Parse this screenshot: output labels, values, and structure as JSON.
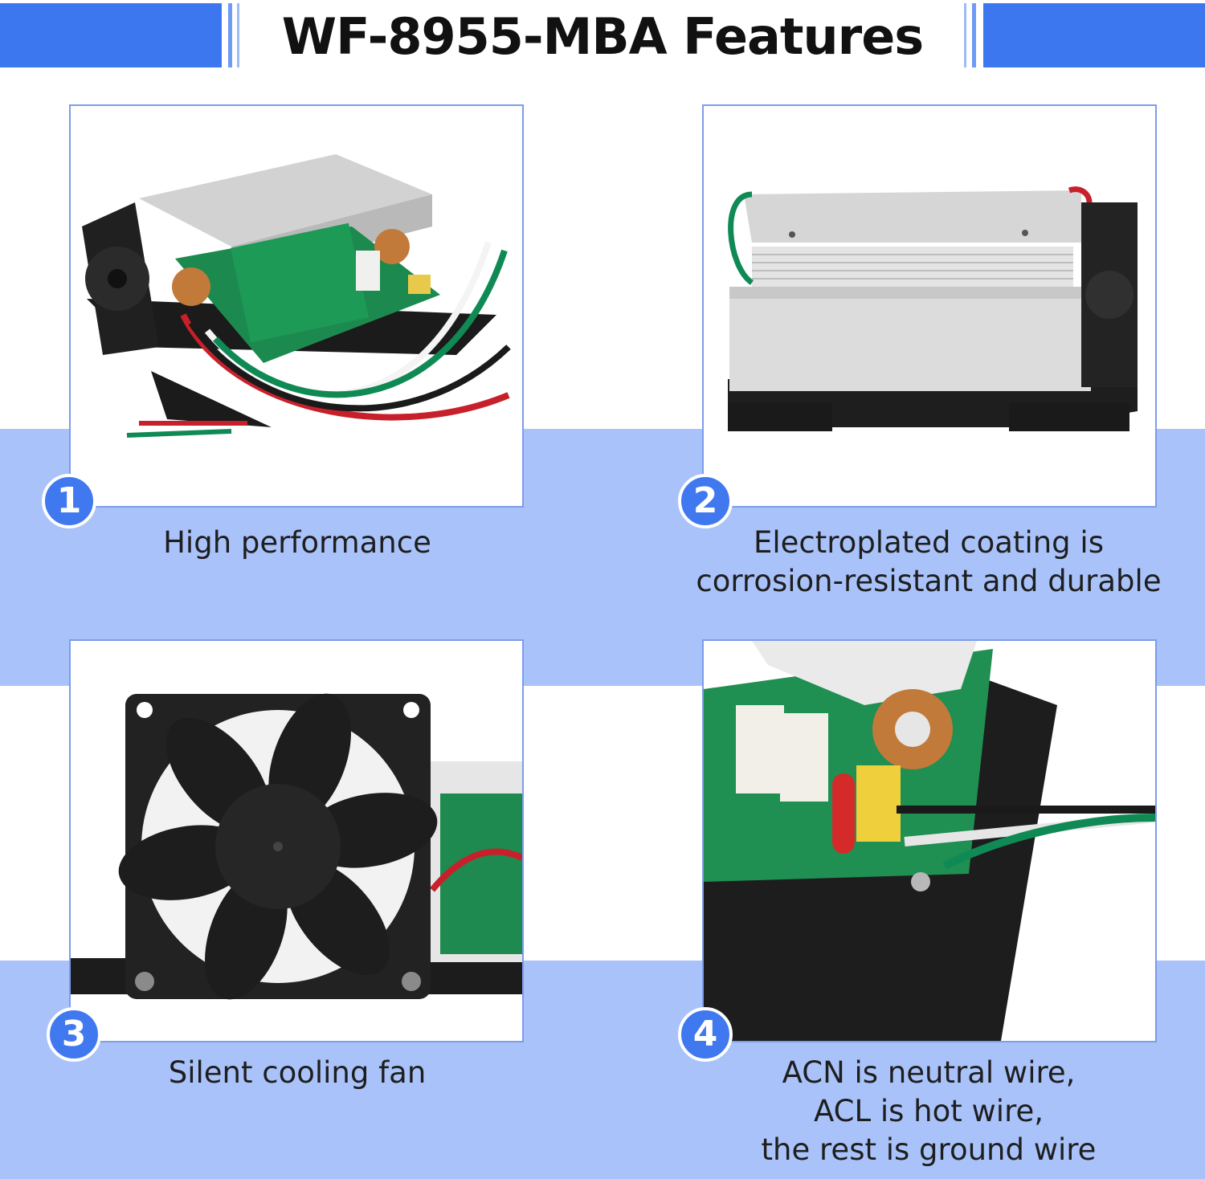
{
  "header": {
    "title": "WF-8955-MBA Features"
  },
  "features": [
    {
      "number": "1",
      "caption_lines": [
        "High performance"
      ]
    },
    {
      "number": "2",
      "caption_lines": [
        "Electroplated coating is",
        "corrosion-resistant and durable"
      ]
    },
    {
      "number": "3",
      "caption_lines": [
        "Silent cooling fan"
      ]
    },
    {
      "number": "4",
      "caption_lines": [
        "ACN is neutral wire,",
        "ACL is hot wire,",
        "the rest is ground wire"
      ]
    }
  ],
  "colors": {
    "accent": "#3d77f0",
    "band": "#a9c3fa",
    "panel_border": "#7d9cea",
    "badge": "#3f78ef"
  }
}
